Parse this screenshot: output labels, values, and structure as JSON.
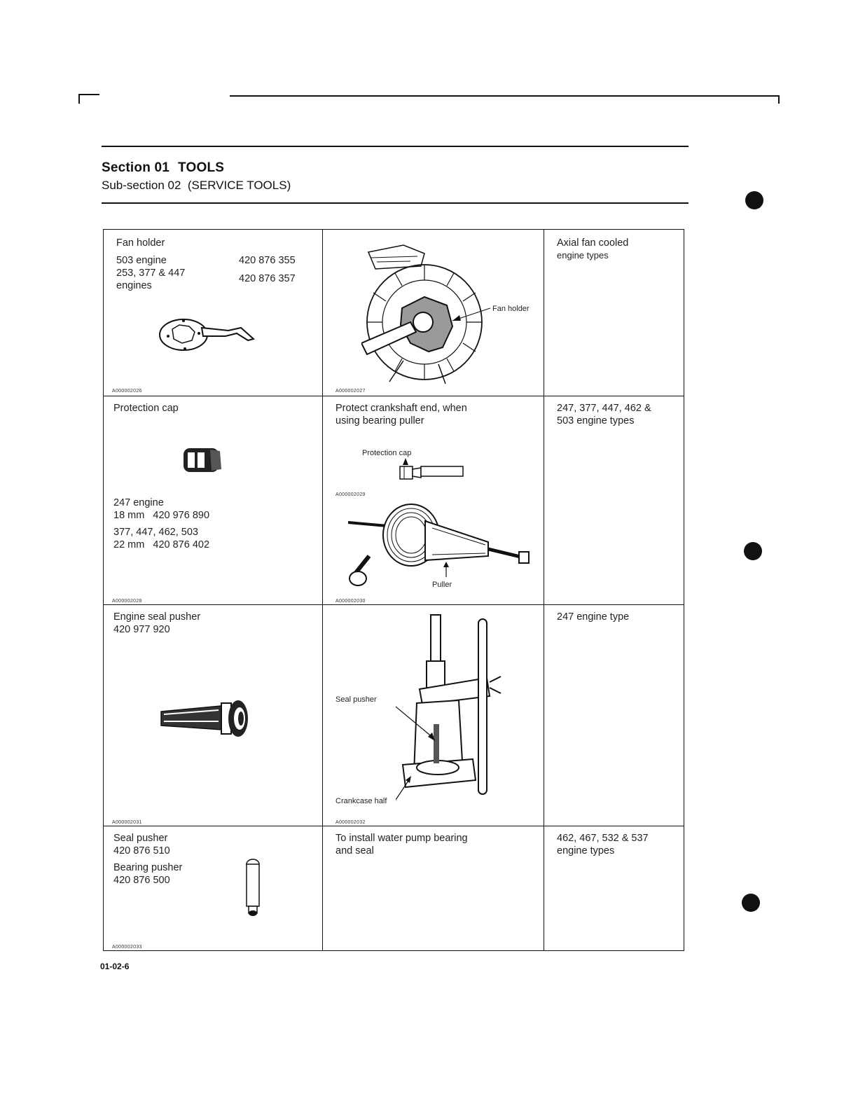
{
  "header": {
    "section_label": "Section 01",
    "section_name": "TOOLS",
    "subsection": "Sub-section 02  (SERVICE TOOLS)"
  },
  "rows": [
    {
      "tool": {
        "name": "Fan holder",
        "line1_label": "503 engine",
        "line1_part": "420 876 355",
        "line2_label_a": "253, 377 & 447",
        "line2_label_b": "engines",
        "line2_part": "420 876 357",
        "ref": "A000002026"
      },
      "usage": {
        "callout": "Fan holder",
        "ref": "A000002027"
      },
      "engines": {
        "line1": "Axial fan cooled",
        "line2": "engine types"
      }
    },
    {
      "tool": {
        "name": "Protection cap",
        "a_label": "247 engine",
        "a_part": "18 mm   420 976 890",
        "b_label": "377, 447, 462, 503",
        "b_part": "22 mm   420 876 402",
        "ref": "A000002028"
      },
      "usage": {
        "line1": "Protect crankshaft end, when",
        "line2": "using bearing puller",
        "callout_cap": "Protection cap",
        "ref1": "A000002029",
        "callout_puller": "Puller",
        "ref2": "A000002030"
      },
      "engines": {
        "line1": "247, 377, 447, 462 &",
        "line2": "503 engine types"
      }
    },
    {
      "tool": {
        "name": "Engine seal pusher",
        "part": "420 977 920",
        "ref": "A000002031"
      },
      "usage": {
        "callout_seal": "Seal pusher",
        "callout_crank": "Crankcase half",
        "ref": "A000002032"
      },
      "engines": {
        "line1": "247 engine type"
      }
    },
    {
      "tool": {
        "name1": "Seal pusher",
        "part1": "420 876 510",
        "name2": "Bearing pusher",
        "part2": "420 876 500",
        "ref": "A000002033"
      },
      "usage": {
        "line1": "To install water pump bearing",
        "line2": "and seal"
      },
      "engines": {
        "line1": "462, 467, 532 & 537",
        "line2": "engine types"
      }
    }
  ],
  "footer": {
    "page_number": "01-02-6"
  }
}
